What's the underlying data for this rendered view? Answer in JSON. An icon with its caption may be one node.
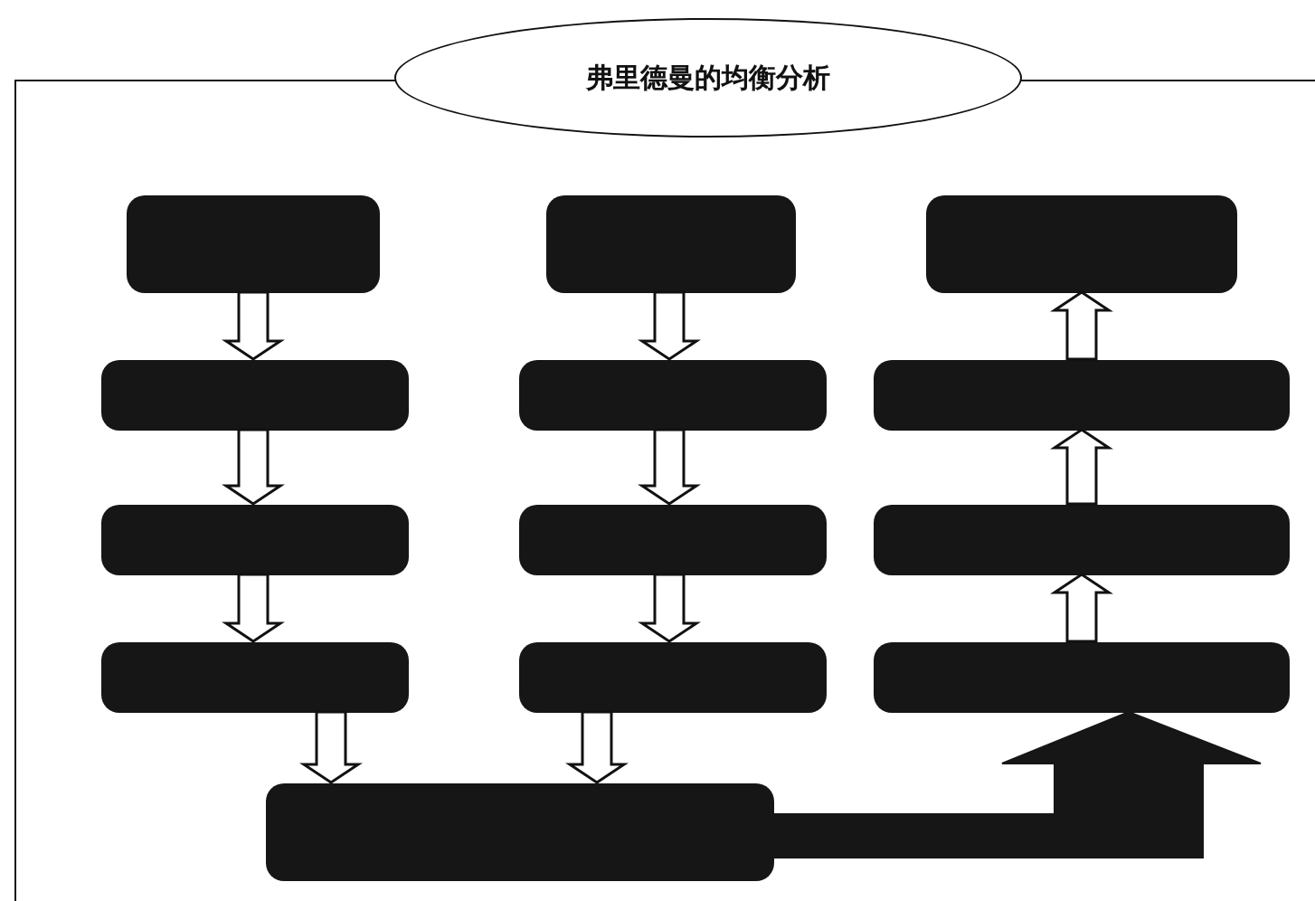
{
  "diagram": {
    "nodes": [
      {
        "text": [
          "弗里德曼的均衡分析"
        ]
      },
      {
        "text": [],
        "shape": "box"
      },
      {
        "text": [],
        "shape": "box",
        "in": 1
      },
      {
        "text": [],
        "shape": "box",
        "in": 1
      },
      {
        "text": [],
        "shape": "box",
        "in": 1
      },
      {
        "text": [],
        "shape": "box",
        "in": 1
      },
      {
        "text": [],
        "shape": "box",
        "in": 1
      },
      {
        "text": [],
        "shape": "box",
        "in": 1
      },
      {
        "text": [],
        "shape": "box",
        "in": 1
      },
      {
        "text": [],
        "shape": "box",
        "in": 1
      },
      {
        "text": [],
        "shape": "box",
        "in": 1
      },
      {
        "text": [],
        "shape": "box",
        "in": 1
      },
      {
        "text": [],
        "shape": "box",
        "in": 1
      },
      {
        "text": [],
        "shape": "box",
        "in": 1
      },
      {
        "text": [],
        "shape": "box",
        "in": 1
      }
    ],
    "edges": [
      {
        "from": 2,
        "to": 3,
        "arrow": "to"
      },
      {
        "from": 3,
        "to": 4,
        "arrow": "to"
      },
      {
        "from": 4,
        "to": 5,
        "arrow": "to"
      },
      {
        "from": 5,
        "to": 14,
        "arrow": "to"
      },
      {
        "from": 6,
        "to": 7,
        "arrow": "to"
      },
      {
        "from": 7,
        "to": 8,
        "arrow": "to"
      },
      {
        "from": 8,
        "to": 9,
        "arrow": "to"
      },
      {
        "from": 9,
        "to": 14,
        "arrow": "to"
      },
      {
        "from": 14,
        "to": 13,
        "arrow": "to",
        "style": "thick"
      },
      {
        "from": 13,
        "to": 12,
        "arrow": "to"
      },
      {
        "from": 12,
        "to": 11,
        "arrow": "to"
      },
      {
        "from": 11,
        "to": 10,
        "arrow": "to"
      }
    ]
  }
}
